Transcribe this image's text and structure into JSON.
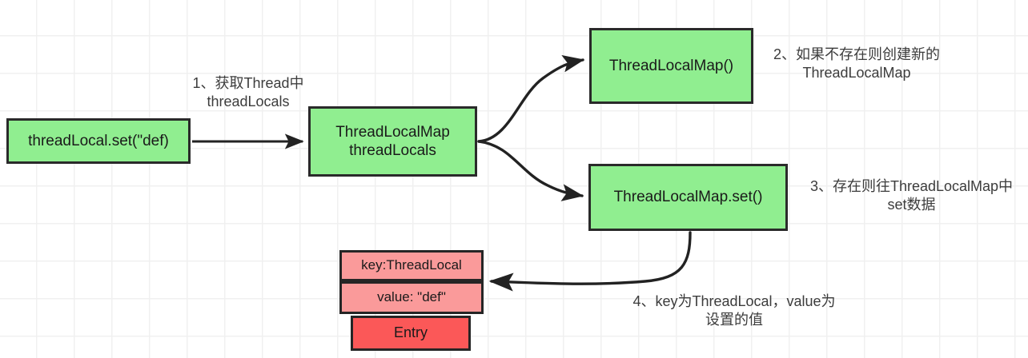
{
  "diagram": {
    "title": "ThreadLocal set flow",
    "colors": {
      "green_fill": "#90ee90",
      "pink_fill": "#fa9a9a",
      "red_fill": "#fb5858",
      "border": "#252525",
      "grid_line": "#f0f0f0",
      "background": "#ffffff",
      "label_text": "#3c3c3c"
    },
    "nodes": {
      "threadlocal_set": "threadLocal.set(\"def)",
      "threadlocalmap_threadlocals_line1": "ThreadLocalMap",
      "threadlocalmap_threadlocals_line2": "threadLocals",
      "threadlocalmap_ctor": "ThreadLocalMap()",
      "threadlocalmap_set": "ThreadLocalMap.set()",
      "entry_key": "key:ThreadLocal",
      "entry_value": "value: \"def\"",
      "entry_title": "Entry"
    },
    "labels": {
      "step1": "1、获取Thread中\nthreadLocals",
      "step2": "2、如果不存在则创建新的\nThreadLocalMap",
      "step3": "3、存在则往ThreadLocalMap中\nset数据",
      "step4": "4、key为ThreadLocal，value为\n设置的值"
    },
    "edges": [
      {
        "name": "set-to-threadlocals",
        "from": "threadLocal.set(\"def)",
        "to": "ThreadLocalMap threadLocals",
        "style": "straight-arrow"
      },
      {
        "name": "threadlocals-to-ctor",
        "from": "ThreadLocalMap threadLocals",
        "to": "ThreadLocalMap()",
        "style": "curved-arrow"
      },
      {
        "name": "threadlocals-to-set",
        "from": "ThreadLocalMap threadLocals",
        "to": "ThreadLocalMap.set()",
        "style": "curved-arrow"
      },
      {
        "name": "set-to-entry",
        "from": "ThreadLocalMap.set()",
        "to": "Entry",
        "style": "curved-arrow"
      }
    ]
  }
}
